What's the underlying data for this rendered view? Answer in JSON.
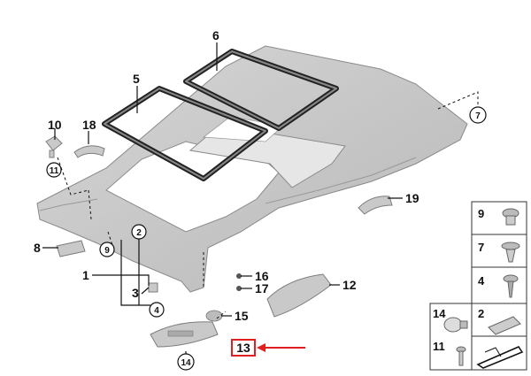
{
  "diagram": {
    "part_numbers": {
      "p1": "1",
      "p2": "2",
      "p3": "3",
      "p4": "4",
      "p5": "5",
      "p6": "6",
      "p7": "7",
      "p8": "8",
      "p9": "9",
      "p10": "10",
      "p11": "11",
      "p12": "12",
      "p13": "13",
      "p14": "14",
      "p15": "15",
      "p16": "16",
      "p17": "17",
      "p18": "18",
      "p19": "19"
    },
    "highlight_color": "#e02020",
    "highlighted_part": "13"
  },
  "legend_table": {
    "cells": [
      "9",
      "7",
      "4",
      "14",
      "2",
      "11"
    ]
  }
}
